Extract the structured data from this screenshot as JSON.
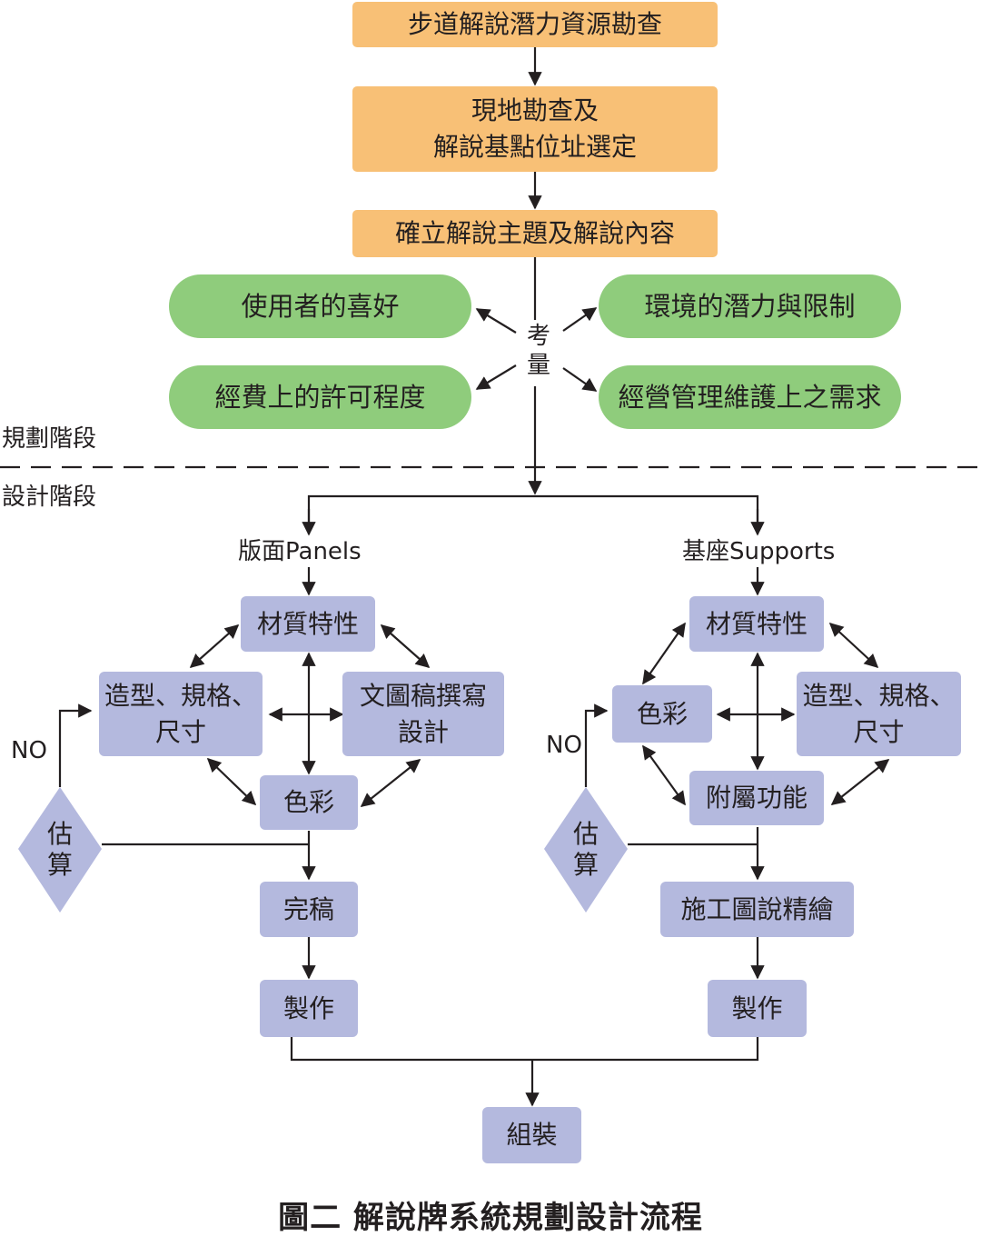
{
  "planning": {
    "step1": "步道解說潛力資源勘查",
    "step2": "現地勘查及\n解說基點位址選定",
    "step3": "確立解說主題及解說內容",
    "consider": "考\n量",
    "factors": {
      "user_preference": "使用者的喜好",
      "environment": "環境的潛力與限制",
      "budget": "經費上的許可程度",
      "maintenance": "經營管理維護上之需求"
    }
  },
  "stages": {
    "planning_label": "規劃階段",
    "design_label": "設計階段"
  },
  "panels": {
    "title": "版面Panels",
    "material": "材質特性",
    "shape": "造型、規格、\n尺寸",
    "text_design": "文圖稿撰寫\n設計",
    "color": "色彩",
    "estimate": "估\n算",
    "no": "NO",
    "final": "完稿",
    "make": "製作"
  },
  "supports": {
    "title": "基座Supports",
    "material": "材質特性",
    "color": "色彩",
    "shape": "造型、規格、\n尺寸",
    "accessory": "附屬功能",
    "estimate": "估\n算",
    "no": "NO",
    "drawing": "施工圖說精繪",
    "make": "製作"
  },
  "assemble": "組裝",
  "caption": "圖二 解說牌系統規劃設計流程",
  "colors": {
    "orange": "#f8c076",
    "green": "#8fcc7c",
    "purple": "#b4b9de",
    "line": "#231f20"
  }
}
